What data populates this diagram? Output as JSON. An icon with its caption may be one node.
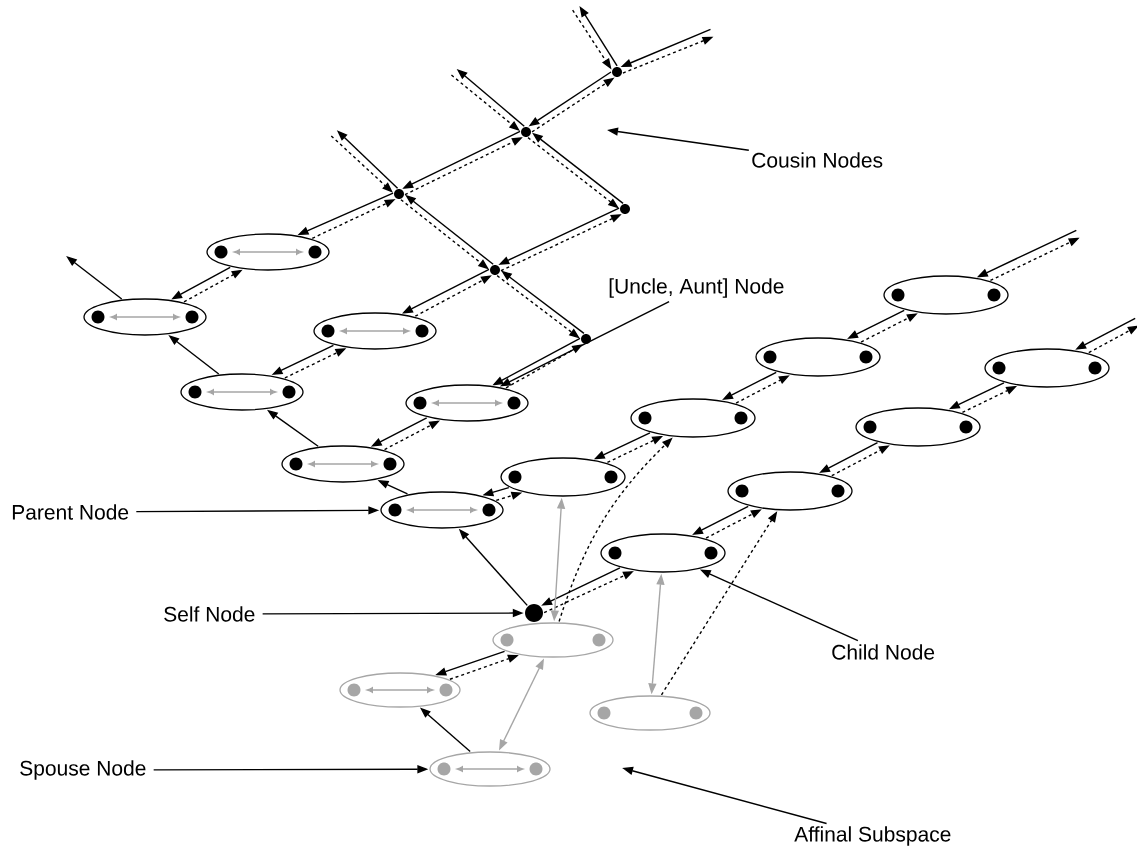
{
  "diagram": {
    "nodes": [
      {
        "text": [],
        "shape": "circle"
      },
      {
        "text": [],
        "shape": "circle"
      },
      {
        "text": [
          "Cousin Nodes"
        ]
      },
      {
        "text": [],
        "shape": "circle"
      },
      {
        "text": [],
        "shape": "circle"
      },
      {
        "text": [],
        "shape": "ellipse"
      },
      {
        "text": [],
        "shape": "circle"
      },
      {
        "text": [
          "[Uncle, Aunt] Node"
        ]
      },
      {
        "text": [],
        "shape": "ellipse"
      },
      {
        "text": [],
        "shape": "ellipse"
      },
      {
        "text": [],
        "shape": "ellipse"
      },
      {
        "text": [],
        "shape": "circle"
      },
      {
        "text": [],
        "shape": "ellipse"
      },
      {
        "text": [],
        "shape": "ellipse"
      },
      {
        "text": [],
        "shape": "ellipse"
      },
      {
        "text": [],
        "shape": "ellipse"
      },
      {
        "text": [],
        "shape": "ellipse"
      },
      {
        "text": [],
        "shape": "ellipse"
      },
      {
        "text": [],
        "shape": "ellipse"
      },
      {
        "text": [],
        "shape": "ellipse"
      },
      {
        "text": [],
        "shape": "ellipse"
      },
      {
        "text": [
          "Parent Node"
        ]
      },
      {
        "text": [],
        "shape": "ellipse"
      },
      {
        "text": [],
        "shape": "ellipse"
      },
      {
        "text": [],
        "shape": "circle"
      },
      {
        "text": [
          "Self Node"
        ]
      },
      {
        "text": [],
        "shape": "ellipse"
      },
      {
        "text": [
          "Child Node"
        ]
      },
      {
        "text": [],
        "shape": "ellipse"
      },
      {
        "text": [],
        "shape": "ellipse"
      },
      {
        "text": [],
        "shape": "ellipse"
      },
      {
        "text": [
          "Spouse Node"
        ]
      },
      {
        "text": [
          "Affinal Subspace"
        ]
      }
    ],
    "edges": [
      {
        "from": null,
        "to": 0,
        "arrow": "to"
      },
      {
        "from": 0,
        "to": null,
        "arrow": "to",
        "style": "dashed"
      },
      {
        "from": 0,
        "to": 1,
        "arrow": "to"
      },
      {
        "from": 1,
        "to": 0,
        "arrow": "to",
        "style": "dashed"
      },
      {
        "from": 1,
        "to": 3,
        "arrow": "to"
      },
      {
        "from": 3,
        "to": 1,
        "arrow": "to",
        "style": "dashed"
      },
      {
        "from": 3,
        "to": 5,
        "arrow": "to"
      },
      {
        "from": 5,
        "to": 3,
        "arrow": "to",
        "style": "dashed"
      },
      {
        "from": 5,
        "to": 9,
        "arrow": "to"
      },
      {
        "from": 9,
        "to": 5,
        "arrow": "to",
        "style": "dashed"
      },
      {
        "from": 4,
        "to": 6,
        "arrow": "to"
      },
      {
        "from": 6,
        "to": 4,
        "arrow": "to",
        "style": "dashed"
      },
      {
        "from": 6,
        "to": 10,
        "arrow": "to"
      },
      {
        "from": 10,
        "to": 6,
        "arrow": "to",
        "style": "dashed"
      },
      {
        "from": 10,
        "to": 14,
        "arrow": "to"
      },
      {
        "from": 14,
        "to": 10,
        "arrow": "to",
        "style": "dashed"
      },
      {
        "from": 11,
        "to": 15,
        "arrow": "to"
      },
      {
        "from": 15,
        "to": 11,
        "arrow": "to",
        "style": "dashed"
      },
      {
        "from": 15,
        "to": 18,
        "arrow": "to"
      },
      {
        "from": 18,
        "to": 15,
        "arrow": "to",
        "style": "dashed"
      },
      {
        "from": null,
        "to": 8,
        "arrow": "to"
      },
      {
        "from": 8,
        "to": null,
        "arrow": "to",
        "style": "dashed"
      },
      {
        "from": 8,
        "to": 12,
        "arrow": "to"
      },
      {
        "from": 12,
        "to": 8,
        "arrow": "to",
        "style": "dashed"
      },
      {
        "from": 12,
        "to": 16,
        "arrow": "to"
      },
      {
        "from": 16,
        "to": 12,
        "arrow": "to",
        "style": "dashed"
      },
      {
        "from": 16,
        "to": 19,
        "arrow": "to"
      },
      {
        "from": 19,
        "to": 16,
        "arrow": "to",
        "style": "dashed"
      },
      {
        "from": 19,
        "to": 22,
        "arrow": "to"
      },
      {
        "from": 22,
        "to": 19,
        "arrow": "to",
        "style": "dashed"
      },
      {
        "from": null,
        "to": 13,
        "arrow": "to"
      },
      {
        "from": 13,
        "to": null,
        "arrow": "to",
        "style": "dashed"
      },
      {
        "from": 13,
        "to": 17,
        "arrow": "to"
      },
      {
        "from": 17,
        "to": 13,
        "arrow": "to",
        "style": "dashed"
      },
      {
        "from": 17,
        "to": 20,
        "arrow": "to"
      },
      {
        "from": 20,
        "to": 17,
        "arrow": "to",
        "style": "dashed"
      },
      {
        "from": 20,
        "to": 23,
        "arrow": "to"
      },
      {
        "from": 23,
        "to": 20,
        "arrow": "to",
        "style": "dashed"
      },
      {
        "from": 23,
        "to": 24,
        "arrow": "to"
      },
      {
        "from": 24,
        "to": 23,
        "arrow": "to",
        "style": "dashed"
      },
      {
        "from": 26,
        "to": 28,
        "arrow": "to"
      },
      {
        "from": 28,
        "to": 26,
        "arrow": "to",
        "style": "dashed"
      },
      {
        "from": 0,
        "to": null,
        "arrow": "to"
      },
      {
        "from": null,
        "to": 0,
        "arrow": "to",
        "style": "dashed"
      },
      {
        "from": 1,
        "to": null,
        "arrow": "to"
      },
      {
        "from": null,
        "to": 1,
        "arrow": "to",
        "style": "dashed"
      },
      {
        "from": 3,
        "to": null,
        "arrow": "to"
      },
      {
        "from": null,
        "to": 3,
        "arrow": "to",
        "style": "dashed"
      },
      {
        "from": 4,
        "to": 1,
        "arrow": "to"
      },
      {
        "from": 1,
        "to": 4,
        "arrow": "to",
        "style": "dashed"
      },
      {
        "from": 6,
        "to": 3,
        "arrow": "to"
      },
      {
        "from": 3,
        "to": 6,
        "arrow": "to",
        "style": "dashed"
      },
      {
        "from": 11,
        "to": 6,
        "arrow": "to"
      },
      {
        "from": 6,
        "to": 11,
        "arrow": "to",
        "style": "dashed"
      },
      {
        "from": 22,
        "to": 18,
        "arrow": "to"
      },
      {
        "from": 18,
        "to": 14,
        "arrow": "to"
      },
      {
        "from": 14,
        "to": 9,
        "arrow": "to"
      },
      {
        "from": 9,
        "to": null,
        "arrow": "to"
      },
      {
        "from": 24,
        "to": 22,
        "arrow": "to"
      },
      {
        "from": 30,
        "to": 28,
        "arrow": "to"
      },
      {
        "from": 26,
        "to": 19,
        "arrow": "both",
        "color": "#a6a6a6"
      },
      {
        "from": 30,
        "to": 26,
        "arrow": "both",
        "color": "#a6a6a6"
      },
      {
        "from": 29,
        "to": 23,
        "arrow": "both",
        "color": "#a6a6a6"
      },
      {
        "from": 26,
        "to": 16,
        "arrow": "to",
        "style": "dashed"
      },
      {
        "from": 29,
        "to": 20,
        "arrow": "to",
        "style": "dashed"
      },
      {
        "from": 2,
        "to": null,
        "arrow": "to"
      },
      {
        "from": 7,
        "to": 15,
        "arrow": "to"
      },
      {
        "from": 21,
        "to": 22,
        "arrow": "to"
      },
      {
        "from": 25,
        "to": 24,
        "arrow": "to"
      },
      {
        "from": 27,
        "to": 23,
        "arrow": "to"
      },
      {
        "from": 31,
        "to": 30,
        "arrow": "to"
      },
      {
        "from": 32,
        "to": null,
        "arrow": "to"
      }
    ]
  }
}
